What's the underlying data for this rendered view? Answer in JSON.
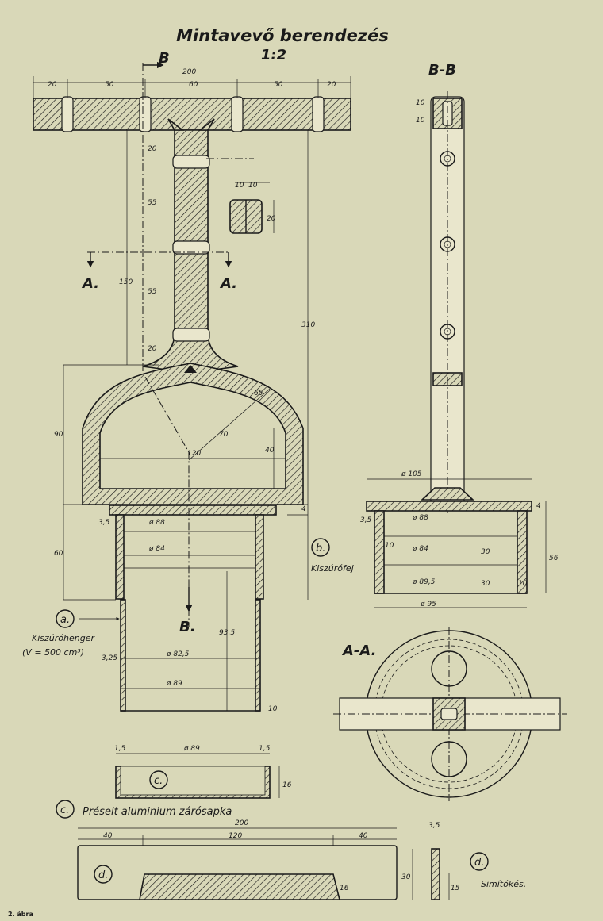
{
  "title": "Mintavevő berendezés",
  "scale": "1:2",
  "section_labels": {
    "bb_top": "B",
    "bb_bottom": "B.",
    "bb_view": "B-B",
    "aa_left": "A.",
    "aa_right": "A.",
    "aa_view": "A-A."
  },
  "dimensions": {
    "total_width": "200",
    "d20a": "20",
    "d50a": "50",
    "d60": "60",
    "d50b": "50",
    "d20b": "20",
    "v20": "20",
    "v55a": "55",
    "v150": "150",
    "v55b": "55",
    "v20b": "20",
    "v310": "310",
    "v90": "90",
    "r65": "65",
    "r70": "70",
    "w120": "120",
    "v40": "40",
    "v4": "4",
    "v60": "60",
    "sq10a": "10",
    "sq10b": "10",
    "sq20": "20",
    "t35a": "3,5",
    "d88a": "ø 88",
    "d84a": "ø 84",
    "t325": "3,25",
    "d825": "ø 82,5",
    "d89a": "ø 89",
    "v935": "93,5",
    "v10": "10",
    "bb_d105": "ø 105",
    "bb_t35": "3,5",
    "bb_d88": "ø 88",
    "bb_d84": "ø 84",
    "bb_d895": "ø 89,5",
    "bb_d95": "ø 95",
    "bb_v56": "56",
    "bb_v4": "4",
    "bb_v30a": "30",
    "bb_v30b": "30",
    "bb_v10a": "10",
    "bb_v10b": "10",
    "bb_v10c": "10",
    "bb_v10d": "10",
    "cap_15a": "1,5",
    "cap_d89": "ø 89",
    "cap_15b": "1,5",
    "cap_16": "16",
    "d_200": "200",
    "d_40a": "40",
    "d_120": "120",
    "d_40b": "40",
    "d_35": "3,5",
    "d_30": "30",
    "d_15": "15",
    "d_16": "16"
  },
  "labels": {
    "a_marker": "a.",
    "a_name": "Kiszúróhenger",
    "a_volume": "(V = 500 cm³)",
    "b_marker": "b.",
    "b_name": "Kiszúrófej",
    "c_marker": "c.",
    "c_inner_marker": "c.",
    "c_name": "Préselt aluminium zárósapka",
    "d_marker": "d.",
    "d_inner_marker": "d.",
    "d_name": "Simítókés."
  },
  "figure_number": "2. ábra"
}
